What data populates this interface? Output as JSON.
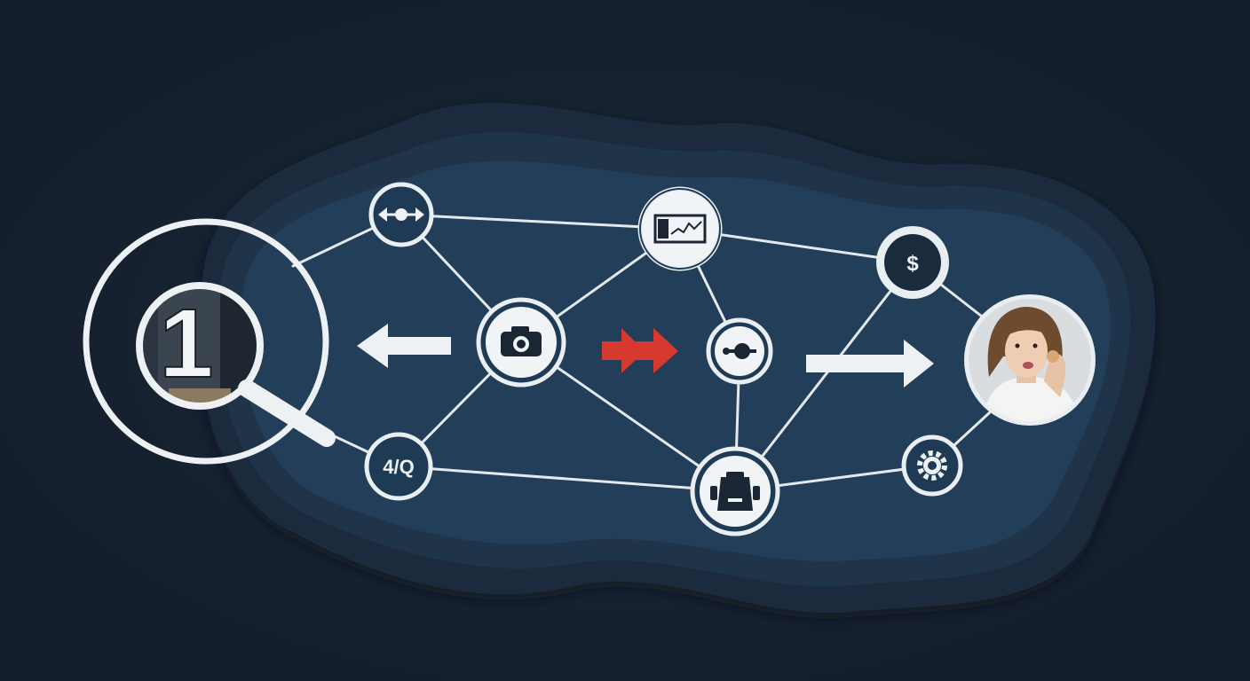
{
  "colors": {
    "background": "#15202e",
    "blob_outer": "#1c2c3f",
    "blob_mid": "#20364d",
    "blob_inner": "#22405b",
    "node_fill": "#1e3a55",
    "node_ring": "#e9eef2",
    "connector": "#e4e9ee",
    "accent_red": "#d63a2f",
    "arrow_white": "#eef1f4"
  },
  "magnifier": {
    "number": "1",
    "icon": "magnifying-glass-icon"
  },
  "nodes": [
    {
      "id": "top-left",
      "icon": "left-right-arrows-icon"
    },
    {
      "id": "top-center",
      "icon": "chart-panel-icon"
    },
    {
      "id": "top-right",
      "icon": "currency-icon",
      "label": "$"
    },
    {
      "id": "center-left",
      "icon": "camera-icon"
    },
    {
      "id": "center-right",
      "icon": "connector-icon"
    },
    {
      "id": "bottom-left",
      "icon": "ratio-icon",
      "label": "4/Q"
    },
    {
      "id": "bottom-center",
      "icon": "machine-icon"
    },
    {
      "id": "bottom-right",
      "icon": "gear-icon"
    }
  ],
  "portrait": {
    "icon": "person-portrait-icon"
  },
  "arrows": [
    {
      "id": "left-arrow",
      "direction": "left"
    },
    {
      "id": "red-double-arrow",
      "direction": "right"
    },
    {
      "id": "right-arrow",
      "direction": "right"
    }
  ]
}
